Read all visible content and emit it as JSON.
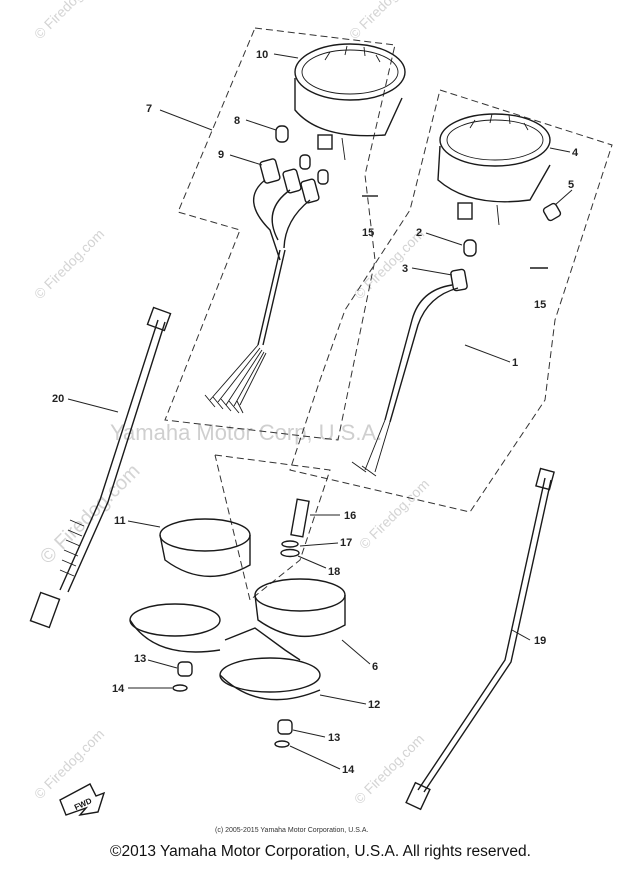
{
  "watermarks": {
    "site": "© Firedog.com",
    "yamaha": "Yamaha Motor Corp, U.S.A.",
    "copyright_small": "(c) 2005-2015 Yamaha Motor Corporation, U.S.A."
  },
  "direction_arrow_label": "FWD",
  "callouts": {
    "c1": "1",
    "c2": "2",
    "c3": "3",
    "c4": "4",
    "c5": "5",
    "c6": "6",
    "c7": "7",
    "c8": "8",
    "c9": "9",
    "c10": "10",
    "c11": "11",
    "c12": "12",
    "c13a": "13",
    "c13b": "13",
    "c14a": "14",
    "c14b": "14",
    "c15a": "15",
    "c15b": "15",
    "c16": "16",
    "c17": "17",
    "c18": "18",
    "c19": "19",
    "c20": "20"
  },
  "footer": "©2013 Yamaha Motor Corporation, U.S.A. All rights reserved."
}
